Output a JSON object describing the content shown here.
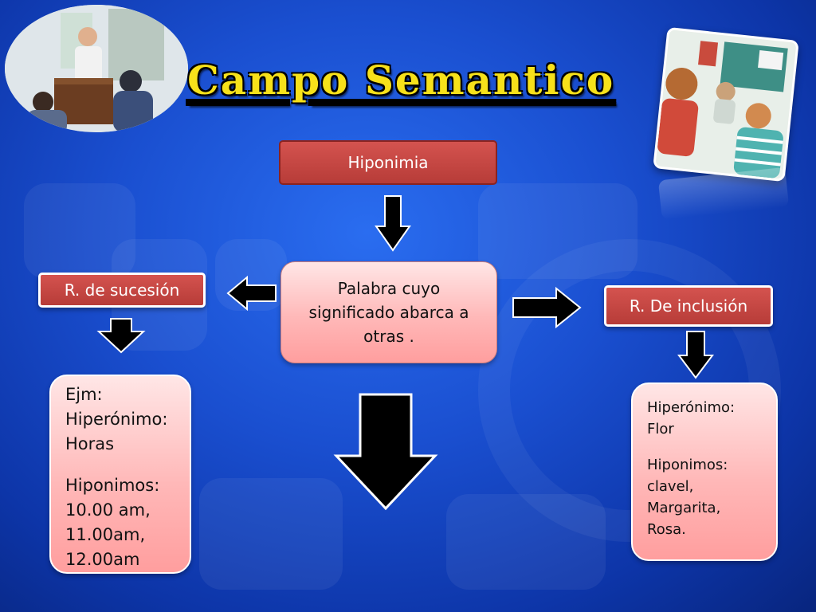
{
  "title": "Campo Semantico",
  "colors": {
    "background": "#1a4fd0",
    "title_fill": "#f7e11a",
    "header_box": "#c0504d",
    "content_box": "#ffb8b8",
    "arrow_fill": "#000000"
  },
  "images": {
    "left_photo": "speaker-at-podium-photo",
    "right_photo": "students-in-classroom-illustration"
  },
  "nodes": {
    "hiponimia": "Hiponimia",
    "definition": "Palabra cuyo significado abarca a otras .",
    "sucesion": "R. de sucesión",
    "inclusion": "R. De inclusión"
  },
  "example_left": {
    "line1": "Ejm:",
    "line2": "Hiperónimo:",
    "line3": "Horas",
    "line4": "Hiponimos:",
    "line5": "10.00 am,",
    "line6": "11.00am,",
    "line7": "12.00am"
  },
  "example_right": {
    "line1": "Hiperónimo:",
    "line2": "Flor",
    "line3": "Hiponimos:",
    "line4": "clavel,",
    "line5": "Margarita,",
    "line6": "Rosa."
  }
}
